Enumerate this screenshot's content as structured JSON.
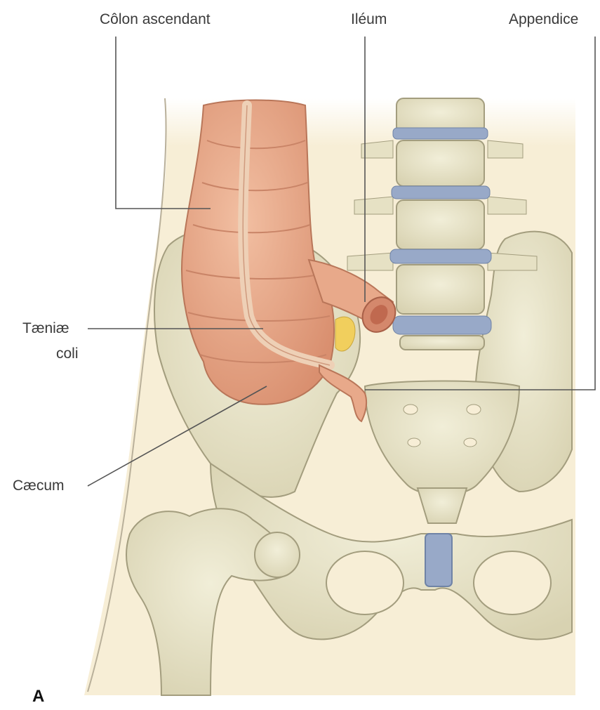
{
  "labels": {
    "colon_ascendant": "Côlon ascendant",
    "ileum": "Iléum",
    "appendice": "Appendice",
    "taeniae_line1": "Tæniæ",
    "taeniae_line2": "coli",
    "caecum": "Cæcum"
  },
  "panel_letter": "A",
  "colors": {
    "background_tint": "#f7eed6",
    "bone": "#e6e1c4",
    "bone_shade": "#c9c3a2",
    "disc": "#98a9c8",
    "colon": "#e8a98a",
    "colon_shade": "#c98467",
    "leader_line": "#555555"
  }
}
